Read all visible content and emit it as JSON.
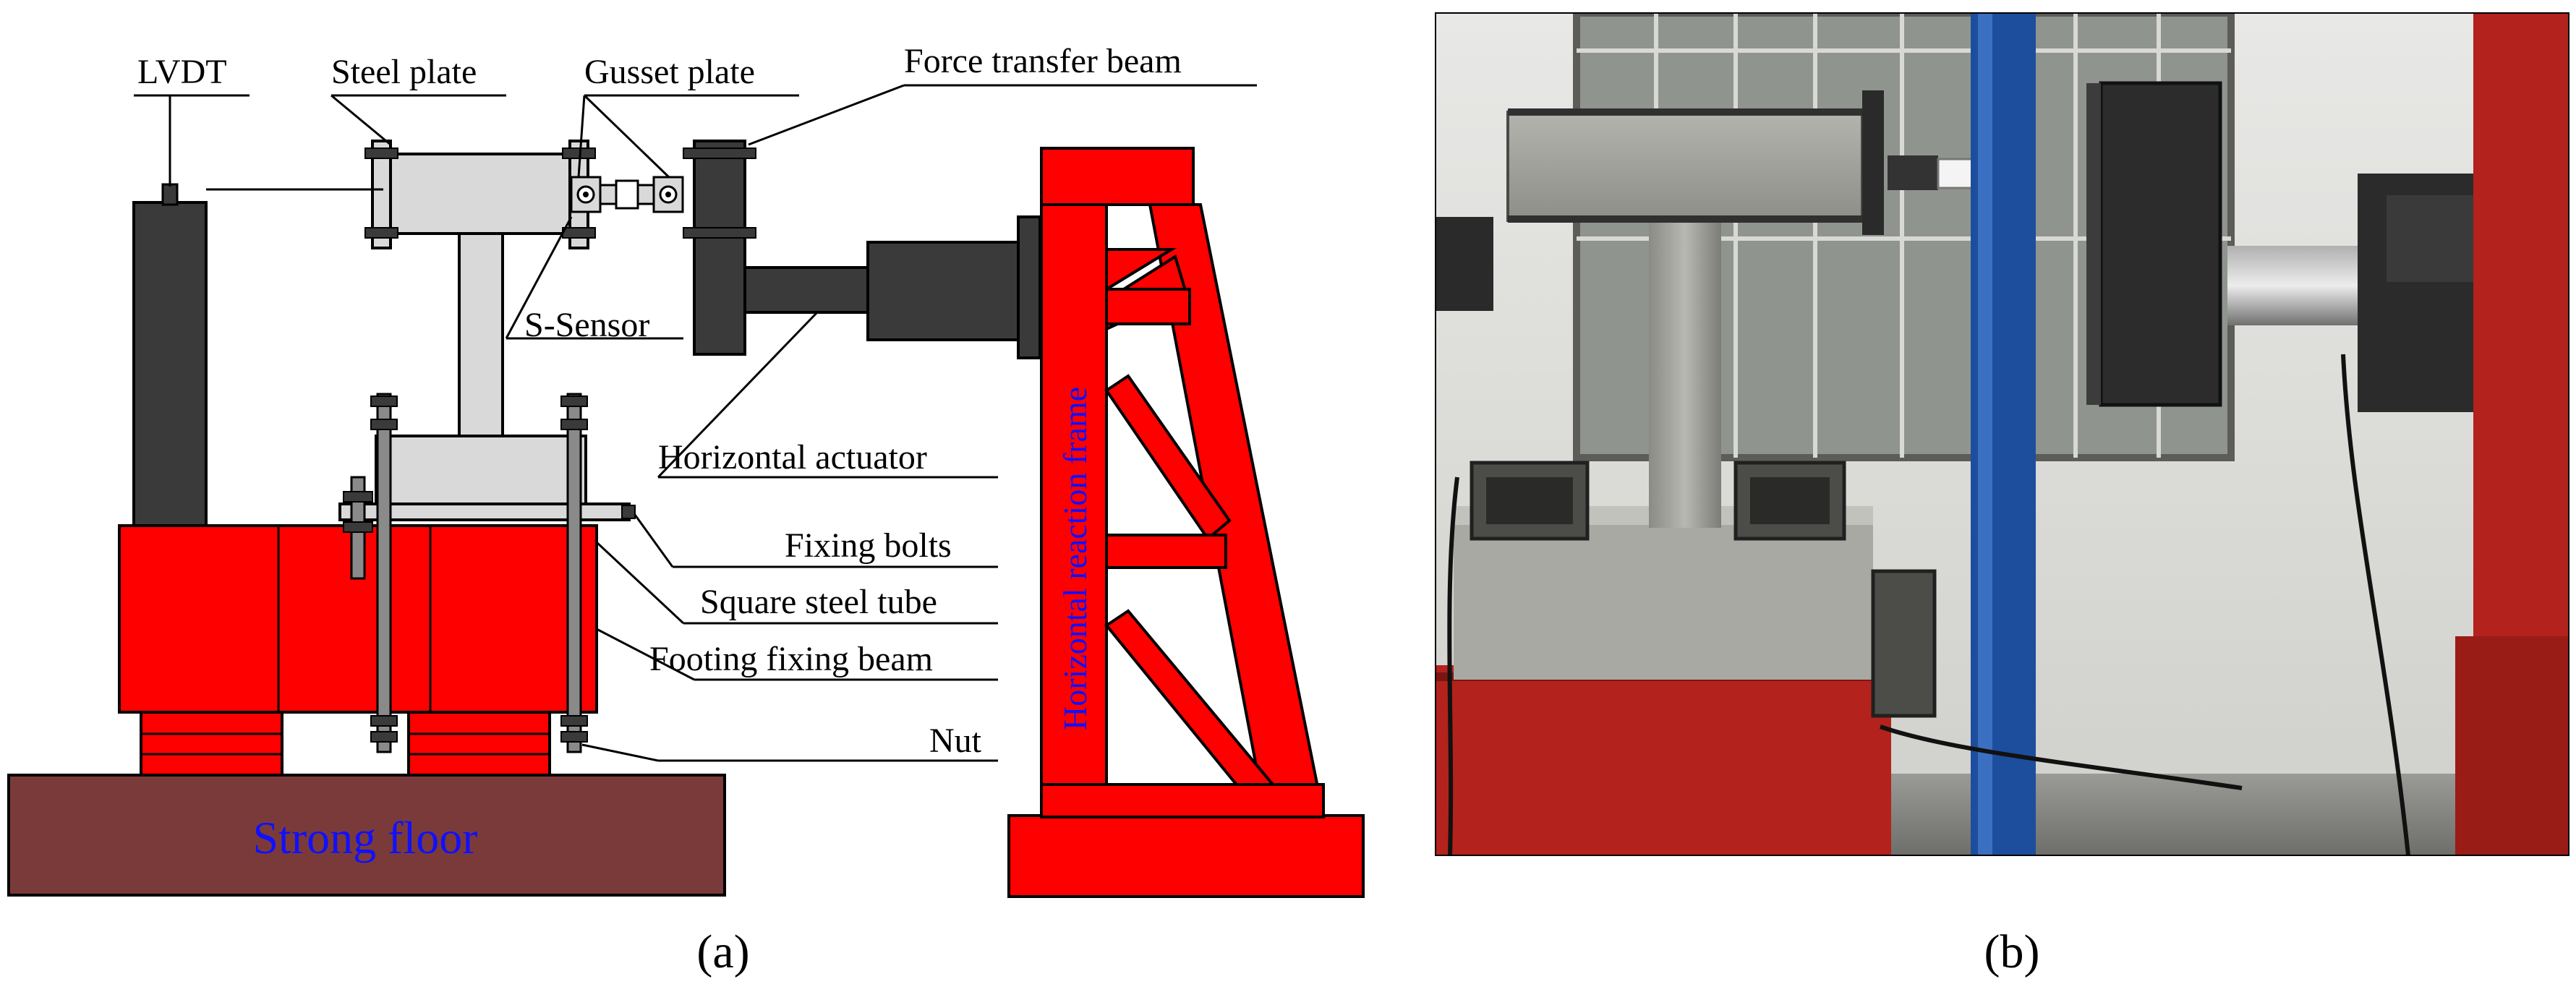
{
  "panel_a": {
    "labels": {
      "lvdt": "LVDT",
      "steel_plate": "Steel plate",
      "gusset_plate": "Gusset plate",
      "force_transfer_beam": "Force transfer beam",
      "s_sensor": "S-Sensor",
      "horizontal_actuator": "Horizontal actuator",
      "fixing_bolts": "Fixing bolts",
      "square_steel_tube": "Square steel tube",
      "footing_fixing_beam": "Footing fixing beam",
      "nut": "Nut",
      "strong_floor": "Strong floor",
      "horizontal_reaction_frame": "Horizontal reaction frame"
    },
    "caption": "(a)"
  },
  "panel_b": {
    "caption": "(b)"
  },
  "colors": {
    "frame_red": "#ff0000",
    "strong_floor": "#7b3a3a",
    "dark_gray": "#3a3a3a",
    "light_gray": "#d9d9d9",
    "label_blue": "#1010ff"
  }
}
